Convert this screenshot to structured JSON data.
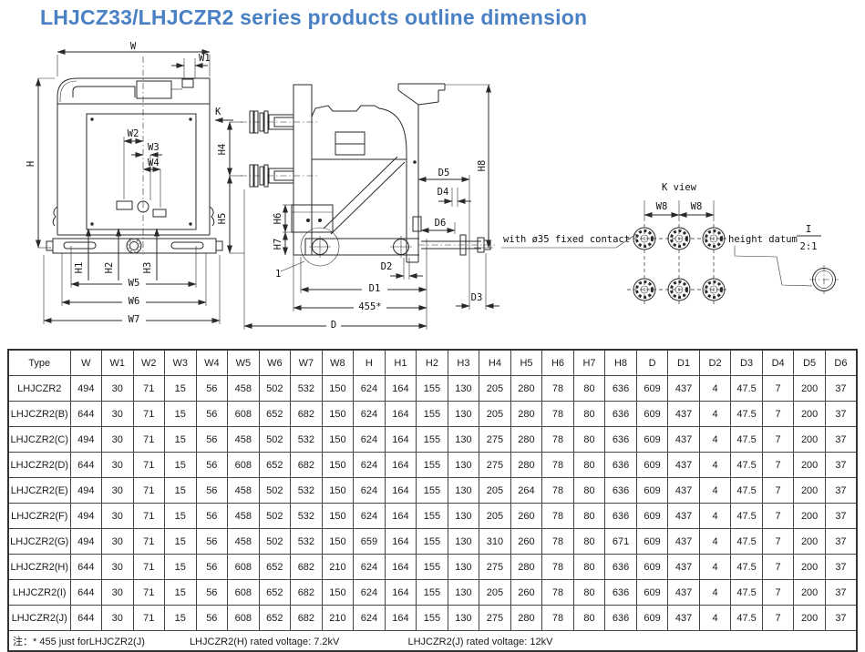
{
  "title": "LHJCZ33/LHJCZR2 series products outline dimension",
  "accent_color": "#4a80c4",
  "drawing": {
    "front_view": {
      "w": "W",
      "w1": "W1",
      "h": "H",
      "w2": "W2",
      "w3": "W3",
      "w4": "W4",
      "h1": "H1",
      "h2": "H2",
      "h3": "H3",
      "w5": "W5",
      "w6": "W6",
      "w7": "W7"
    },
    "side_view": {
      "k_arrow": "K",
      "h4": "H4",
      "h5": "H5",
      "h6": "H6",
      "h7": "H7",
      "h8": "H8",
      "d5": "D5",
      "d4": "D4",
      "d6": "D6",
      "d2": "D2",
      "d1": "D1",
      "dim_455": "455*",
      "d": "D",
      "d3": "D3",
      "callout_1": "1"
    },
    "k_view": {
      "title": "K view",
      "w8_left": "W8",
      "w8_right": "W8",
      "fixed_contact_note": "with ø35 fixed contact",
      "height_datum_note": "height datum",
      "detail_ref": "I",
      "detail_scale": "2:1"
    }
  },
  "table": {
    "columns": [
      "Type",
      "W",
      "W1",
      "W2",
      "W3",
      "W4",
      "W5",
      "W6",
      "W7",
      "W8",
      "H",
      "H1",
      "H2",
      "H3",
      "H4",
      "H5",
      "H6",
      "H7",
      "H8",
      "D",
      "D1",
      "D2",
      "D3",
      "D4",
      "D5",
      "D6"
    ],
    "rows": [
      {
        "type": "LHJCZR2",
        "values": [
          494,
          30,
          71,
          15,
          56,
          458,
          502,
          532,
          150,
          624,
          164,
          155,
          130,
          205,
          280,
          78,
          80,
          636,
          609,
          437,
          4,
          47.5,
          7,
          200,
          37
        ]
      },
      {
        "type": "LHJCZR2(B)",
        "values": [
          644,
          30,
          71,
          15,
          56,
          608,
          652,
          682,
          150,
          624,
          164,
          155,
          130,
          205,
          280,
          78,
          80,
          636,
          609,
          437,
          4,
          47.5,
          7,
          200,
          37
        ]
      },
      {
        "type": "LHJCZR2(C)",
        "values": [
          494,
          30,
          71,
          15,
          56,
          458,
          502,
          532,
          150,
          624,
          164,
          155,
          130,
          275,
          280,
          78,
          80,
          636,
          609,
          437,
          4,
          47.5,
          7,
          200,
          37
        ]
      },
      {
        "type": "LHJCZR2(D)",
        "values": [
          644,
          30,
          71,
          15,
          56,
          608,
          652,
          682,
          150,
          624,
          164,
          155,
          130,
          275,
          280,
          78,
          80,
          636,
          609,
          437,
          4,
          47.5,
          7,
          200,
          37
        ]
      },
      {
        "type": "LHJCZR2(E)",
        "values": [
          494,
          30,
          71,
          15,
          56,
          458,
          502,
          532,
          150,
          624,
          164,
          155,
          130,
          205,
          264,
          78,
          80,
          636,
          609,
          437,
          4,
          47.5,
          7,
          200,
          37
        ]
      },
      {
        "type": "LHJCZR2(F)",
        "values": [
          494,
          30,
          71,
          15,
          56,
          458,
          502,
          532,
          150,
          624,
          164,
          155,
          130,
          205,
          260,
          78,
          80,
          636,
          609,
          437,
          4,
          47.5,
          7,
          200,
          37
        ]
      },
      {
        "type": "LHJCZR2(G)",
        "values": [
          494,
          30,
          71,
          15,
          56,
          458,
          502,
          532,
          150,
          659,
          164,
          155,
          130,
          310,
          260,
          78,
          80,
          671,
          609,
          437,
          4,
          47.5,
          7,
          200,
          37
        ]
      },
      {
        "type": "LHJCZR2(H)",
        "values": [
          644,
          30,
          71,
          15,
          56,
          608,
          652,
          682,
          210,
          624,
          164,
          155,
          130,
          275,
          280,
          78,
          80,
          636,
          609,
          437,
          4,
          47.5,
          7,
          200,
          37
        ]
      },
      {
        "type": "LHJCZR2(I)",
        "values": [
          644,
          30,
          71,
          15,
          56,
          608,
          652,
          682,
          150,
          624,
          164,
          155,
          130,
          205,
          260,
          78,
          80,
          636,
          609,
          437,
          4,
          47.5,
          7,
          200,
          37
        ]
      },
      {
        "type": "LHJCZR2(J)",
        "values": [
          644,
          30,
          71,
          15,
          56,
          608,
          652,
          682,
          210,
          624,
          164,
          155,
          130,
          275,
          280,
          78,
          80,
          636,
          609,
          437,
          4,
          47.5,
          7,
          200,
          37
        ]
      }
    ],
    "note": {
      "prefix": "注：* 455 just forLHJCZR2(J)",
      "mid": "LHJCZR2(H) rated voltage: 7.2kV",
      "right": "LHJCZR2(J) rated voltage: 12kV"
    }
  }
}
